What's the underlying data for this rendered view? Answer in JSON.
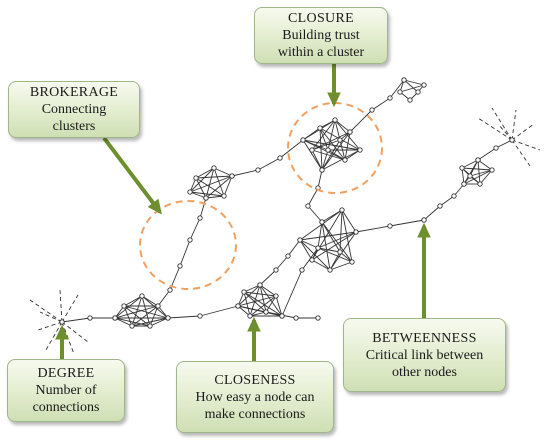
{
  "callouts": {
    "closure": {
      "title": "CLOSURE",
      "line1": "Building trust",
      "line2": "within a cluster"
    },
    "brokerage": {
      "title": "BROKERAGE",
      "line1": "Connecting",
      "line2": "clusters"
    },
    "degree": {
      "title": "DEGREE",
      "line1": "Number of",
      "line2": "connections"
    },
    "closeness": {
      "title": "CLOSENESS",
      "line1": "How easy a node can",
      "line2": "make connections"
    },
    "betweenness": {
      "title": "BETWEENNESS",
      "line1": "Critical link between",
      "line2": "other nodes"
    }
  },
  "colors": {
    "arrow": "#6e8f2e",
    "highlight_circle": "#f0a060",
    "edge": "#333333",
    "callout_border": "#9fb58a"
  }
}
